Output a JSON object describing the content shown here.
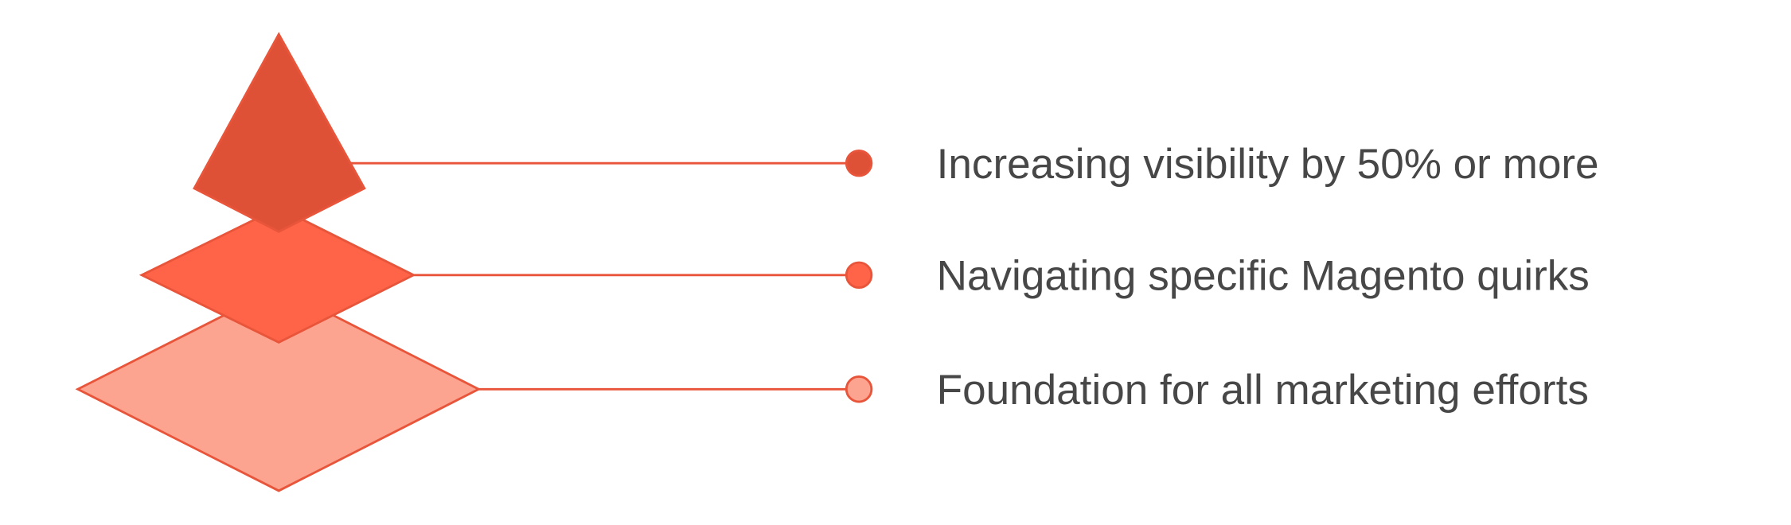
{
  "diagram": {
    "type": "layered-pyramid",
    "stroke_color": "#E8553A",
    "levels": [
      {
        "label": "Increasing visibility by 50% or more",
        "color": "#DF5136",
        "shape": "pyramid-top"
      },
      {
        "label": "Navigating specific Magento quirks",
        "color": "#FF6448",
        "shape": "diamond"
      },
      {
        "label": "Foundation for all marketing efforts",
        "color": "#FCA490",
        "shape": "diamond"
      }
    ]
  }
}
